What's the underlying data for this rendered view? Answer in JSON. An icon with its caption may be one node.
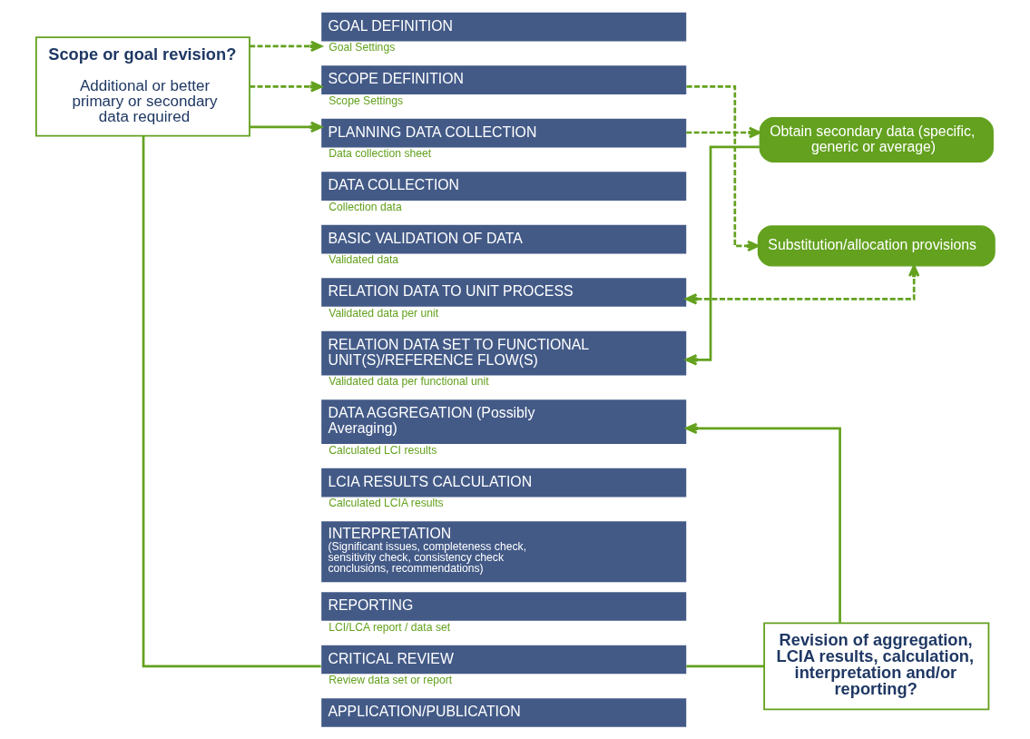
{
  "diagram": {
    "nodes": [
      {
        "text": [
          "GOAL DEFINITION"
        ],
        "beside": [
          "Goal Settings"
        ]
      },
      {
        "text": [
          "SCOPE DEFINITION"
        ],
        "beside": [
          "Scope Settings"
        ]
      },
      {
        "text": [
          "PLANNING DATA COLLECTION"
        ],
        "beside": [
          "Data collection sheet"
        ]
      },
      {
        "text": [
          "DATA COLLECTION"
        ],
        "beside": [
          "Collection data"
        ]
      },
      {
        "text": [
          "BASIC VALIDATION OF DATA"
        ],
        "beside": [
          "Validated data"
        ]
      },
      {
        "text": [
          "RELATION DATA TO UNIT PROCESS"
        ],
        "beside": [
          "Validated data per unit"
        ]
      },
      {
        "text": [
          "RELATION DATA SET TO FUNCTIONAL UNIT(S)/REFERENCE FLOW(S)"
        ],
        "beside": [
          "Validated data per functional unit"
        ]
      },
      {
        "text": [
          "DATA AGGREGATION (Possibly Averaging)"
        ],
        "beside": [
          "Calculated LCI results"
        ]
      },
      {
        "text": [
          "LCIA RESULTS CALCULATION"
        ],
        "beside": [
          "Calculated LCIA results"
        ]
      },
      {
        "text": [
          "INTERPRETATION",
          "(Significant issues, completeness check, sensitivity check, consistency check conclusions, recommendations)"
        ]
      },
      {
        "text": [
          "REPORTING"
        ],
        "beside": [
          "LCI/LCA report / data set"
        ]
      },
      {
        "text": [
          "CRITICAL REVIEW"
        ],
        "beside": [
          "Review data set or report"
        ]
      },
      {
        "text": [
          "APPLICATION/PUBLICATION"
        ]
      },
      {
        "text": [
          "Substitution/allocation provisions"
        ]
      },
      {
        "text": [
          "Obtain secondary data (specific, generic or average)"
        ]
      },
      {
        "text": [
          "Scope or goal revision?",
          "Additional or better primary or secondary data required"
        ]
      },
      {
        "text": [
          "Revision of aggregation, LCIA results, calculation, interpretation and/or reporting?"
        ]
      }
    ],
    "edges": [
      {
        "from": 15,
        "to": 0,
        "arrow": "to",
        "style": "dashed"
      },
      {
        "from": 15,
        "to": 1,
        "arrow": "to",
        "style": "dashed"
      },
      {
        "from": 15,
        "to": 2,
        "arrow": "to"
      },
      {
        "from": 11,
        "to": 15,
        "arrow": "none"
      },
      {
        "from": 1,
        "to": 13,
        "arrow": "to",
        "style": "dashed"
      },
      {
        "from": 2,
        "to": 14,
        "arrow": "to",
        "style": "dashed"
      },
      {
        "from": 5,
        "to": 13,
        "arrow": "both",
        "style": "dashed"
      },
      {
        "from": 14,
        "to": 6,
        "arrow": "to"
      },
      {
        "from": 11,
        "to": 16,
        "arrow": "none"
      },
      {
        "from": 16,
        "to": 7,
        "arrow": "to"
      }
    ]
  }
}
